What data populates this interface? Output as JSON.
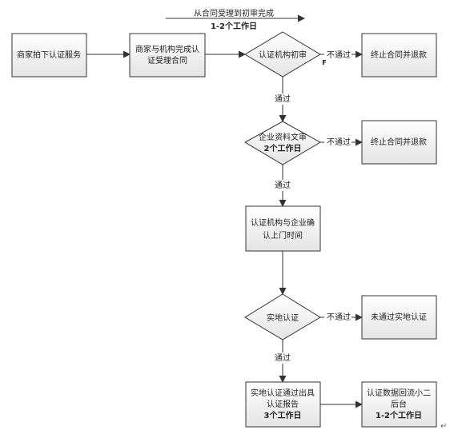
{
  "header": {
    "line1": "从合同受理到初审完成",
    "line2": "1-2个工作日"
  },
  "nodes": {
    "buy_service": {
      "lines": [
        "商家拍下认证服务"
      ]
    },
    "accept_contract": {
      "lines": [
        "商家与机构完成认",
        "证受理合同"
      ]
    },
    "initial_review": {
      "lines": [
        "认证机构初审"
      ]
    },
    "terminate_1": {
      "lines": [
        "终止合同并退款"
      ]
    },
    "doc_review": {
      "lines": [
        "企业资料文审",
        "2个工作日"
      ]
    },
    "terminate_2": {
      "lines": [
        "终止合同并退款"
      ]
    },
    "confirm_time": {
      "lines": [
        "认证机构与企业确",
        "认上门时间"
      ]
    },
    "onsite_cert": {
      "lines": [
        "实地认证"
      ]
    },
    "not_passed": {
      "lines": [
        "未通过实地认证"
      ]
    },
    "issue_report": {
      "lines": [
        "实地认证通过出具",
        "认证报告",
        "3个工作日"
      ]
    },
    "data_return": {
      "lines": [
        "认证数据回流小二",
        "后台",
        "1-2个工作日"
      ]
    }
  },
  "edge_labels": {
    "pass_1": "通过",
    "pass_2": "通过",
    "pass_3": "通过",
    "fail_1": "不通过",
    "fail_2": "不通过",
    "fail_3": "不通过",
    "marker_f": "F"
  },
  "end_mark": "↵"
}
